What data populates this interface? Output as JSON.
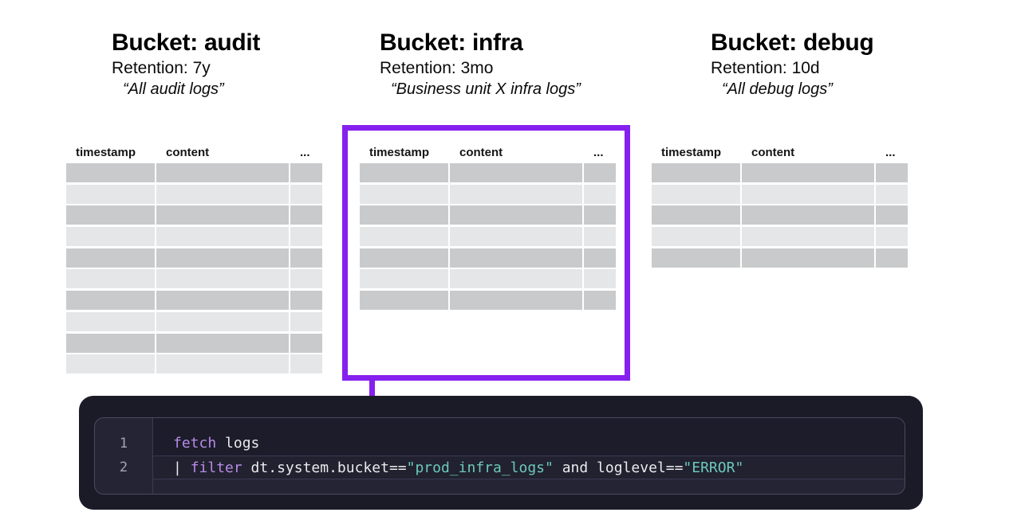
{
  "buckets": [
    {
      "title": "Bucket: audit",
      "retention": "Retention: 7y",
      "description": "“All audit logs”",
      "visible_rows": 10,
      "highlighted": false
    },
    {
      "title": "Bucket: infra",
      "retention": "Retention: 3mo",
      "description": "“Business unit X infra logs”",
      "visible_rows": 7,
      "highlighted": true
    },
    {
      "title": "Bucket: debug",
      "retention": "Retention: 10d",
      "description": "“All debug logs”",
      "visible_rows": 5,
      "highlighted": false
    }
  ],
  "log_table": {
    "columns": [
      "timestamp",
      "content",
      "..."
    ]
  },
  "code_editor": {
    "lines": [
      {
        "number": "1",
        "active": false,
        "tokens": [
          {
            "type": "keyword",
            "text": "fetch"
          },
          {
            "type": "plain",
            "text": " logs"
          }
        ]
      },
      {
        "number": "2",
        "active": true,
        "tokens": [
          {
            "type": "plain",
            "text": "| "
          },
          {
            "type": "keyword",
            "text": "filter"
          },
          {
            "type": "plain",
            "text": " dt.system.bucket=="
          },
          {
            "type": "string",
            "text": "\"prod_infra_logs\""
          },
          {
            "type": "plain",
            "text": " and loglevel=="
          },
          {
            "type": "string",
            "text": "\"ERROR\""
          }
        ]
      }
    ]
  },
  "colors": {
    "highlight": "#8520ee",
    "row_dark": "#c9cacb",
    "row_light": "#e5e6e7",
    "code_background": "#1c1c2a",
    "code_keyword": "#b88ae8",
    "code_string": "#6cc9b9",
    "code_plain": "#eaeaee"
  }
}
